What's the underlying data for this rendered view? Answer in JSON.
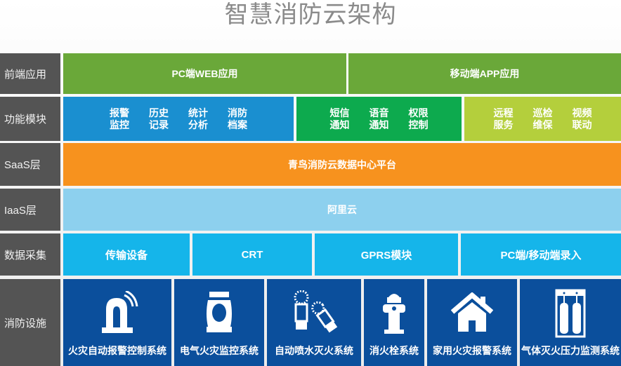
{
  "title": "智慧消防云架构",
  "layers": {
    "frontend": {
      "label": "前端应用",
      "items": [
        "PC端WEB应用",
        "移动端APP应用"
      ]
    },
    "modules": {
      "label": "功能模块",
      "groups": [
        {
          "color": "#1a8fd0",
          "items": [
            [
              "报警",
              "监控"
            ],
            [
              "历史",
              "记录"
            ],
            [
              "统计",
              "分析"
            ],
            [
              "消防",
              "档案"
            ]
          ]
        },
        {
          "color": "#0daa4e",
          "items": [
            [
              "短信",
              "通知"
            ],
            [
              "语音",
              "通知"
            ],
            [
              "权限",
              "控制"
            ]
          ]
        },
        {
          "color": "#b4cf3c",
          "items": [
            [
              "远程",
              "服务"
            ],
            [
              "巡检",
              "维保"
            ],
            [
              "视频",
              "联动"
            ]
          ]
        }
      ]
    },
    "saas": {
      "label": "SaaS层",
      "content": "青鸟消防云数据中心平台"
    },
    "iaas": {
      "label": "IaaS层",
      "content": "阿里云"
    },
    "collection": {
      "label": "数据采集",
      "items": [
        "传输设备",
        "CRT",
        "GPRS模块",
        "PC端/移动端录入"
      ]
    },
    "facilities": {
      "label": "消防设施",
      "items": [
        {
          "icon": "alarm-beacon-icon",
          "label": "火灾自动报警控制系统"
        },
        {
          "icon": "current-transformer-icon",
          "label": "电气火灾监控系统"
        },
        {
          "icon": "sprinkler-icon",
          "label": "自动喷水灭火系统"
        },
        {
          "icon": "fire-hydrant-icon",
          "label": "消火栓系统"
        },
        {
          "icon": "house-icon",
          "label": "家用火灾报警系统"
        },
        {
          "icon": "gas-cylinder-icon",
          "label": "气体灭火压力监测系统"
        }
      ]
    }
  },
  "colors": {
    "label_bg": "#545454",
    "frontend": "#6aa839",
    "saas": "#f7921e",
    "iaas": "#8dd0ee",
    "collection": "#15b5ea",
    "facilities": "#0b4f9c"
  }
}
